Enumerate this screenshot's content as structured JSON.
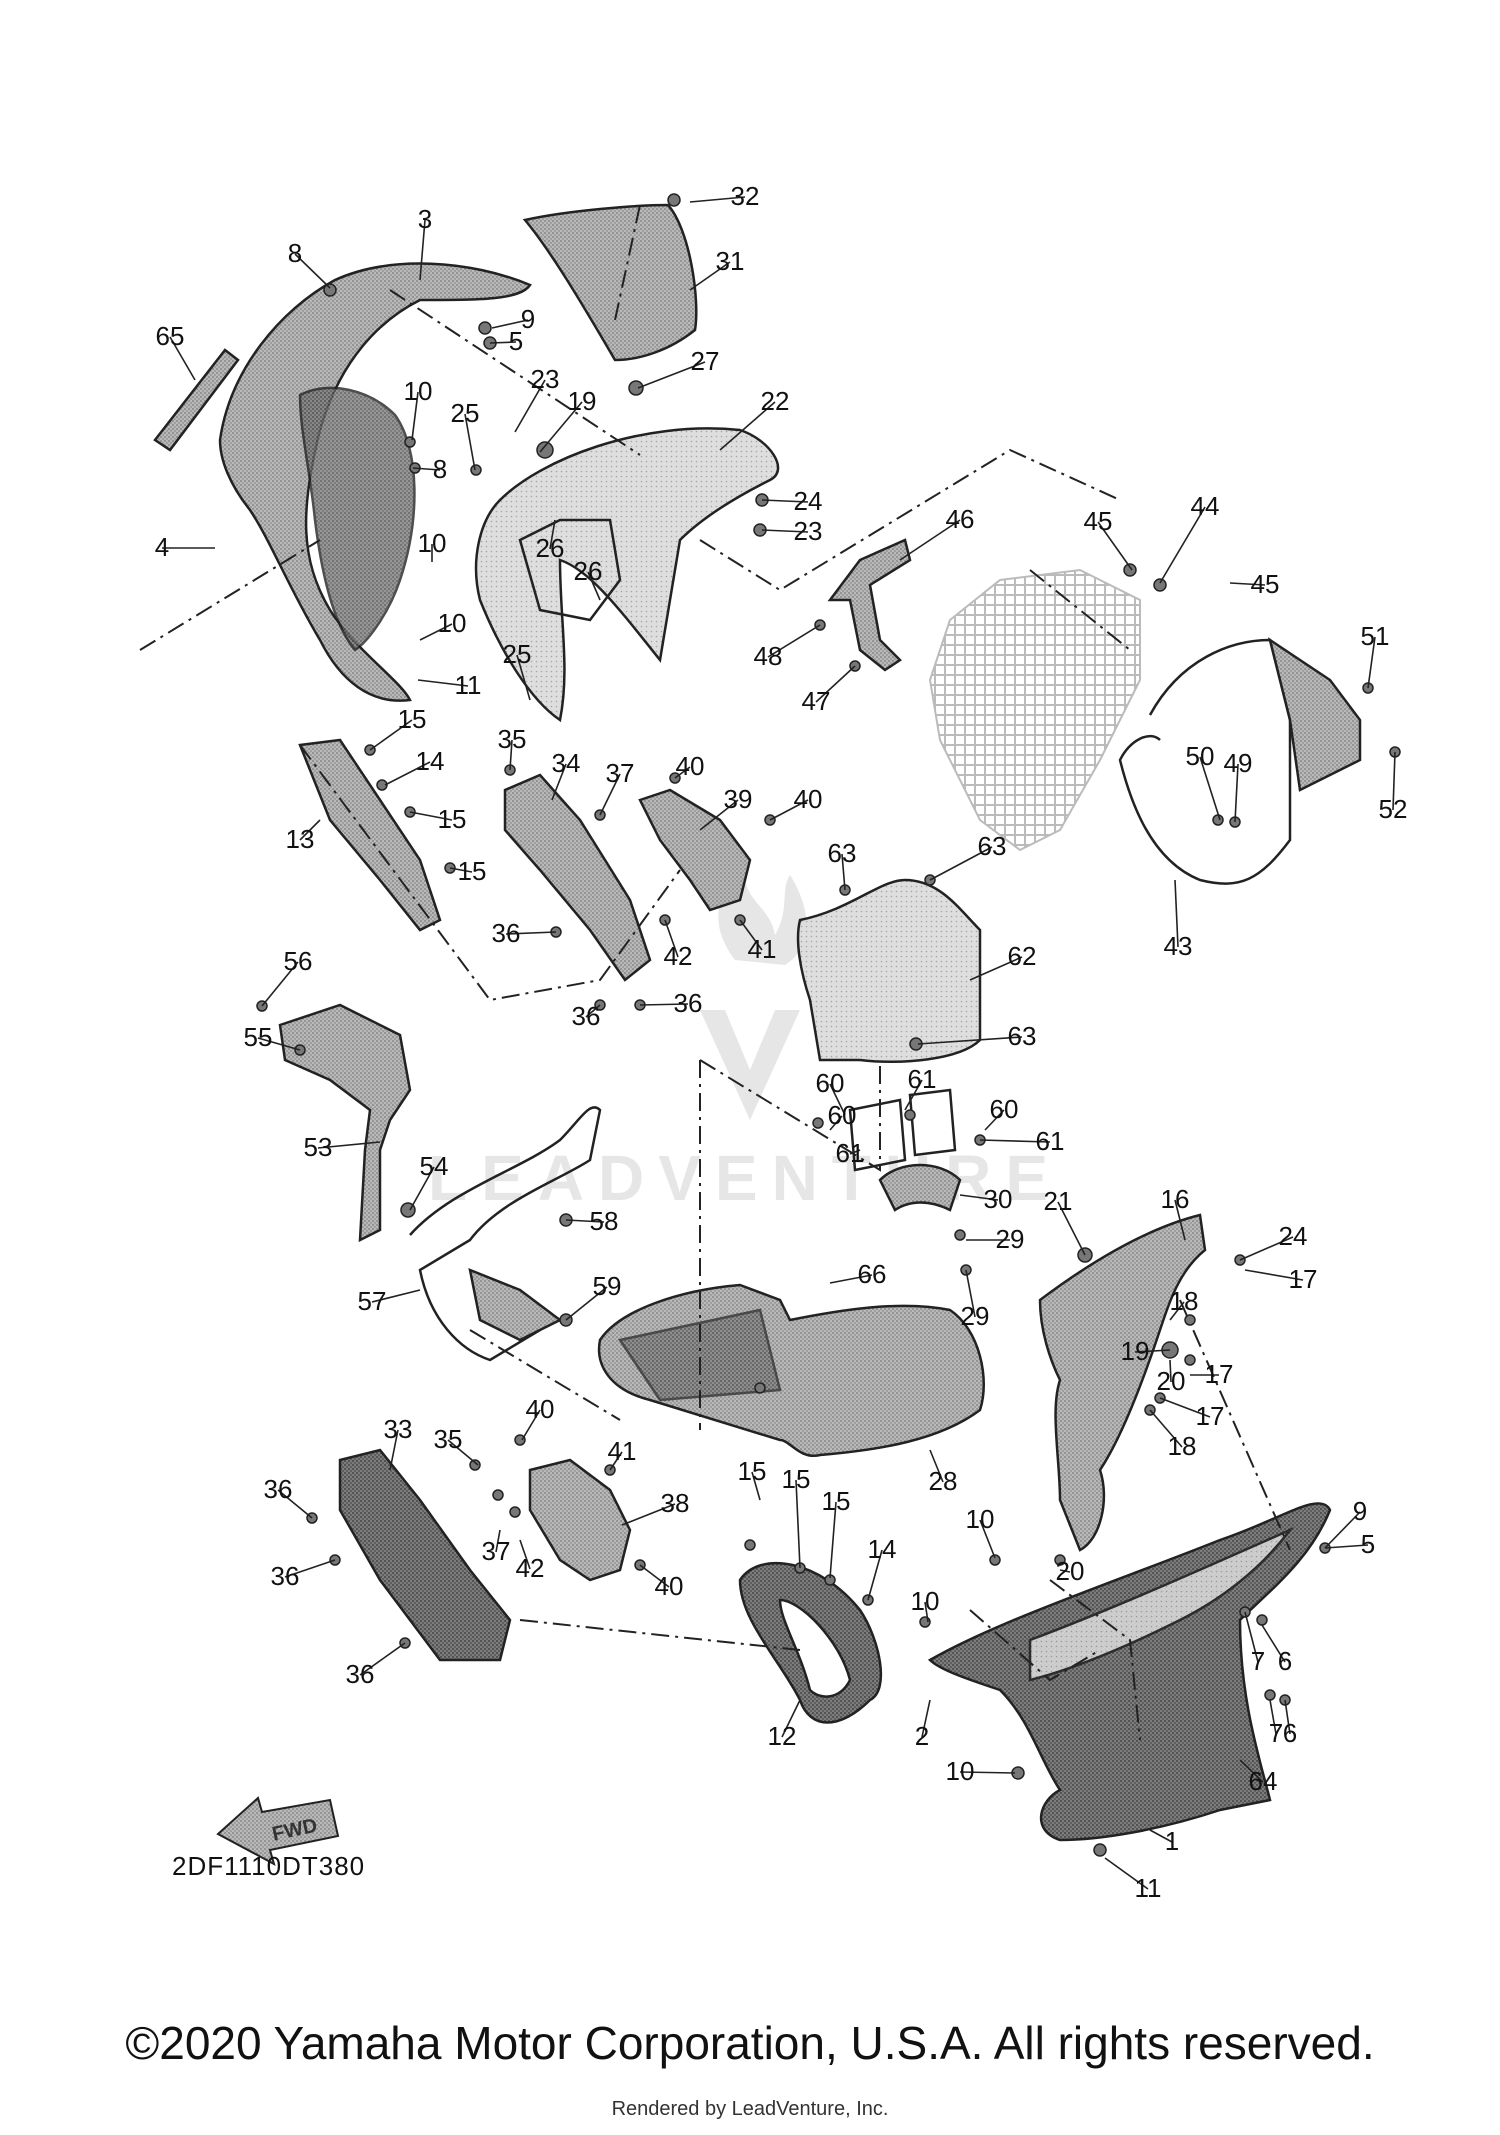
{
  "diagram_code": "2DF1110DT380",
  "copyright": "©2020 Yamaha Motor Corporation, U.S.A. All rights reserved.",
  "rendered_by": "Rendered by LeadVenture, Inc.",
  "fwd_label": "FWD",
  "watermark_text": "LEADVENTURE",
  "callouts": [
    {
      "n": "32"
    },
    {
      "n": "3"
    },
    {
      "n": "31"
    },
    {
      "n": "8"
    },
    {
      "n": "9"
    },
    {
      "n": "5"
    },
    {
      "n": "27"
    },
    {
      "n": "65"
    },
    {
      "n": "23"
    },
    {
      "n": "19"
    },
    {
      "n": "22"
    },
    {
      "n": "10"
    },
    {
      "n": "25"
    },
    {
      "n": "8"
    },
    {
      "n": "24"
    },
    {
      "n": "23"
    },
    {
      "n": "46"
    },
    {
      "n": "44"
    },
    {
      "n": "45"
    },
    {
      "n": "45"
    },
    {
      "n": "4"
    },
    {
      "n": "10"
    },
    {
      "n": "26"
    },
    {
      "n": "26"
    },
    {
      "n": "10"
    },
    {
      "n": "48"
    },
    {
      "n": "47"
    },
    {
      "n": "11"
    },
    {
      "n": "25"
    },
    {
      "n": "51"
    },
    {
      "n": "52"
    },
    {
      "n": "15"
    },
    {
      "n": "35"
    },
    {
      "n": "14"
    },
    {
      "n": "34"
    },
    {
      "n": "37"
    },
    {
      "n": "40"
    },
    {
      "n": "39"
    },
    {
      "n": "40"
    },
    {
      "n": "15"
    },
    {
      "n": "13"
    },
    {
      "n": "63"
    },
    {
      "n": "63"
    },
    {
      "n": "50"
    },
    {
      "n": "49"
    },
    {
      "n": "15"
    },
    {
      "n": "41"
    },
    {
      "n": "42"
    },
    {
      "n": "36"
    },
    {
      "n": "62"
    },
    {
      "n": "43"
    },
    {
      "n": "56"
    },
    {
      "n": "36"
    },
    {
      "n": "36"
    },
    {
      "n": "63"
    },
    {
      "n": "55"
    },
    {
      "n": "60"
    },
    {
      "n": "61"
    },
    {
      "n": "60"
    },
    {
      "n": "60"
    },
    {
      "n": "61"
    },
    {
      "n": "61"
    },
    {
      "n": "53"
    },
    {
      "n": "54"
    },
    {
      "n": "30"
    },
    {
      "n": "58"
    },
    {
      "n": "21"
    },
    {
      "n": "16"
    },
    {
      "n": "29"
    },
    {
      "n": "24"
    },
    {
      "n": "17"
    },
    {
      "n": "66"
    },
    {
      "n": "29"
    },
    {
      "n": "59"
    },
    {
      "n": "18"
    },
    {
      "n": "57"
    },
    {
      "n": "19"
    },
    {
      "n": "17"
    },
    {
      "n": "20"
    },
    {
      "n": "17"
    },
    {
      "n": "18"
    },
    {
      "n": "28"
    },
    {
      "n": "40"
    },
    {
      "n": "33"
    },
    {
      "n": "35"
    },
    {
      "n": "41"
    },
    {
      "n": "15"
    },
    {
      "n": "15"
    },
    {
      "n": "38"
    },
    {
      "n": "36"
    },
    {
      "n": "15"
    },
    {
      "n": "10"
    },
    {
      "n": "9"
    },
    {
      "n": "5"
    },
    {
      "n": "37"
    },
    {
      "n": "14"
    },
    {
      "n": "20"
    },
    {
      "n": "36"
    },
    {
      "n": "42"
    },
    {
      "n": "40"
    },
    {
      "n": "10"
    },
    {
      "n": "7"
    },
    {
      "n": "6"
    },
    {
      "n": "36"
    },
    {
      "n": "7"
    },
    {
      "n": "6"
    },
    {
      "n": "12"
    },
    {
      "n": "2"
    },
    {
      "n": "10"
    },
    {
      "n": "64"
    },
    {
      "n": "1"
    },
    {
      "n": "11"
    }
  ]
}
